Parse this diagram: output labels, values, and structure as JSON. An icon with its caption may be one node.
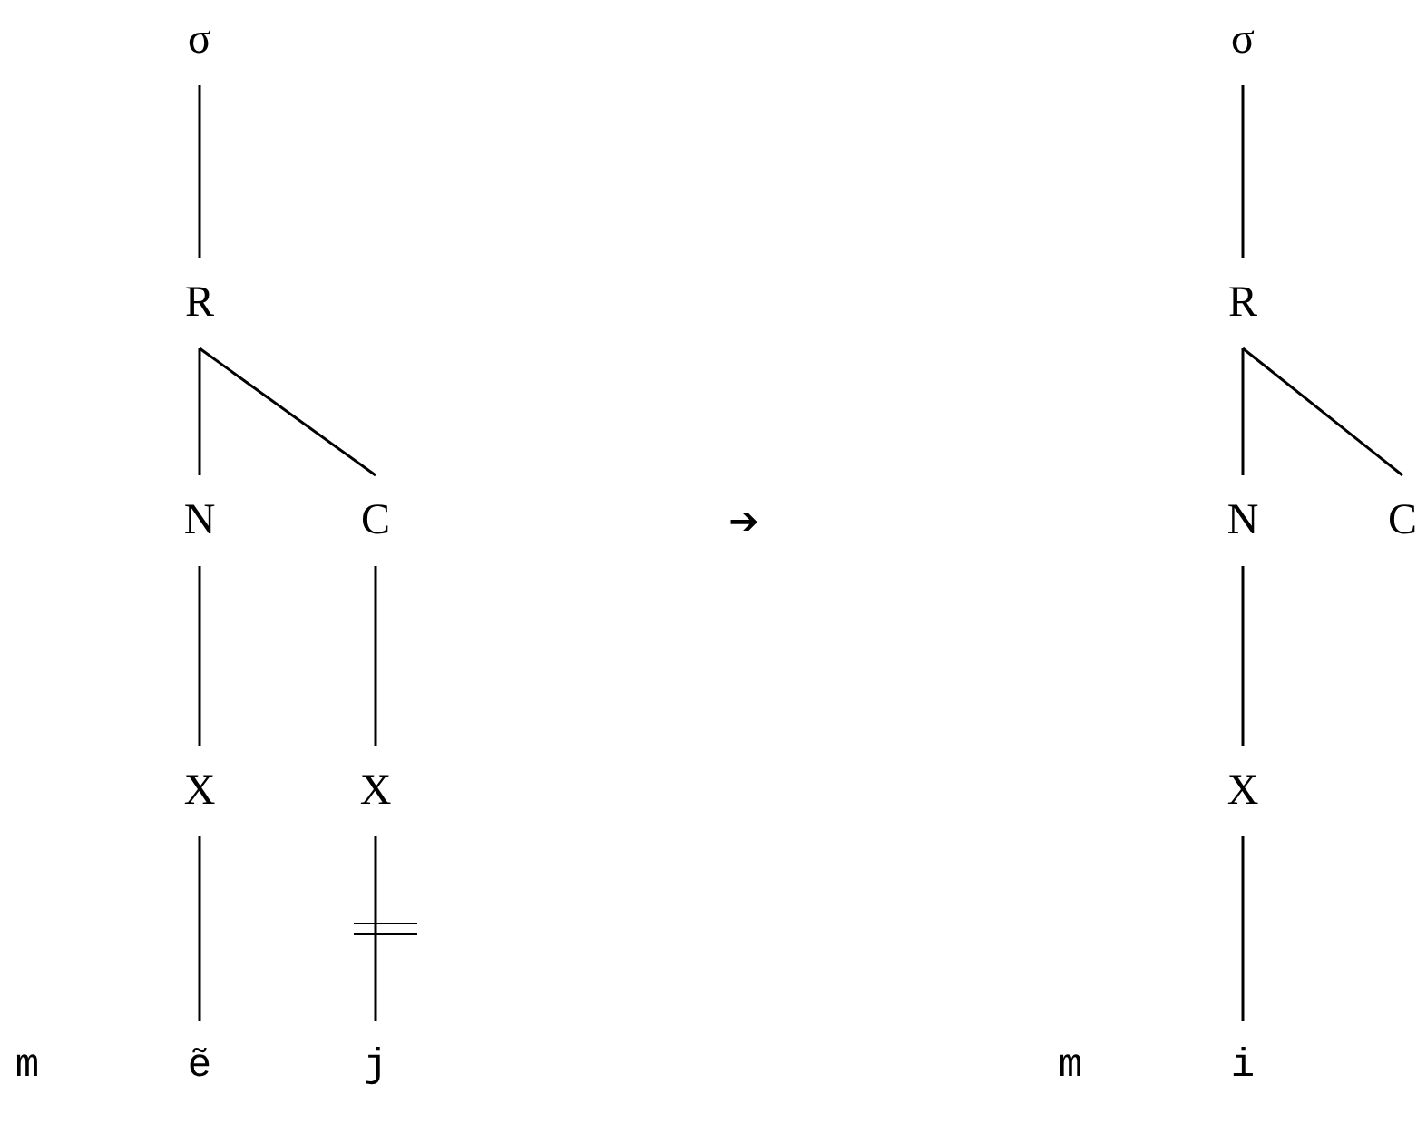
{
  "diagram": {
    "nodes": [
      {
        "text": [
          "σ"
        ]
      },
      {
        "text": [
          "R"
        ]
      },
      {
        "text": [
          "N"
        ]
      },
      {
        "text": [
          "C"
        ]
      },
      {
        "text": [
          "X"
        ]
      },
      {
        "text": [
          "X"
        ]
      },
      {
        "text": [
          "m"
        ]
      },
      {
        "text": [
          "ẽ"
        ]
      },
      {
        "text": [
          "j"
        ]
      },
      {
        "text": [
          "σ"
        ]
      },
      {
        "text": [
          "R"
        ]
      },
      {
        "text": [
          "N"
        ]
      },
      {
        "text": [
          "C"
        ]
      },
      {
        "text": [
          "X"
        ]
      },
      {
        "text": [
          "m"
        ]
      },
      {
        "text": [
          "i"
        ]
      }
    ],
    "edges": [
      {
        "from": 0,
        "to": 1,
        "arrow": "none"
      },
      {
        "from": 1,
        "to": 2,
        "arrow": "none"
      },
      {
        "from": 1,
        "to": 3,
        "arrow": "none"
      },
      {
        "from": 2,
        "to": 4,
        "arrow": "none"
      },
      {
        "from": 3,
        "to": 5,
        "arrow": "none"
      },
      {
        "from": 4,
        "to": 7,
        "arrow": "none"
      },
      {
        "from": 5,
        "to": 8,
        "arrow": "none"
      },
      {
        "from": 9,
        "to": 10,
        "arrow": "none"
      },
      {
        "from": 10,
        "to": 11,
        "arrow": "none"
      },
      {
        "from": 10,
        "to": 12,
        "arrow": "none"
      },
      {
        "from": 11,
        "to": 13,
        "arrow": "none"
      },
      {
        "from": 13,
        "to": 15,
        "arrow": "none"
      }
    ],
    "labels": [
      "➔"
    ]
  }
}
